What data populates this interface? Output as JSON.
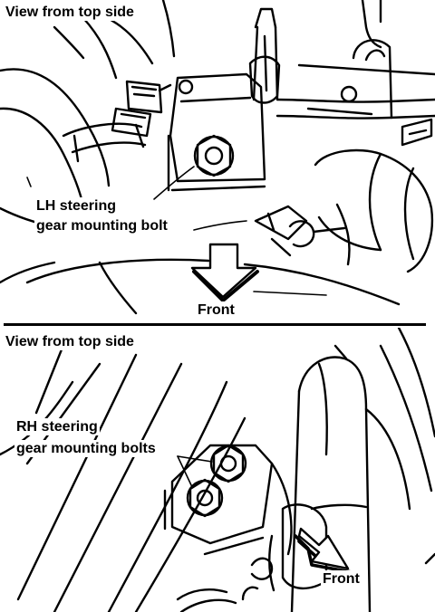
{
  "top_panel": {
    "view_title": "View from top side",
    "callout_line1": "LH steering",
    "callout_line2": "gear mounting bolt",
    "direction_label": "Front"
  },
  "bottom_panel": {
    "view_title": "View from top side",
    "callout_line1": "RH steering",
    "callout_line2": "gear mounting bolts",
    "direction_label": "Front"
  },
  "colors": {
    "ink": "#000000",
    "paper": "#ffffff"
  },
  "icons": [
    "front-arrow-icon",
    "bolt-icon"
  ]
}
